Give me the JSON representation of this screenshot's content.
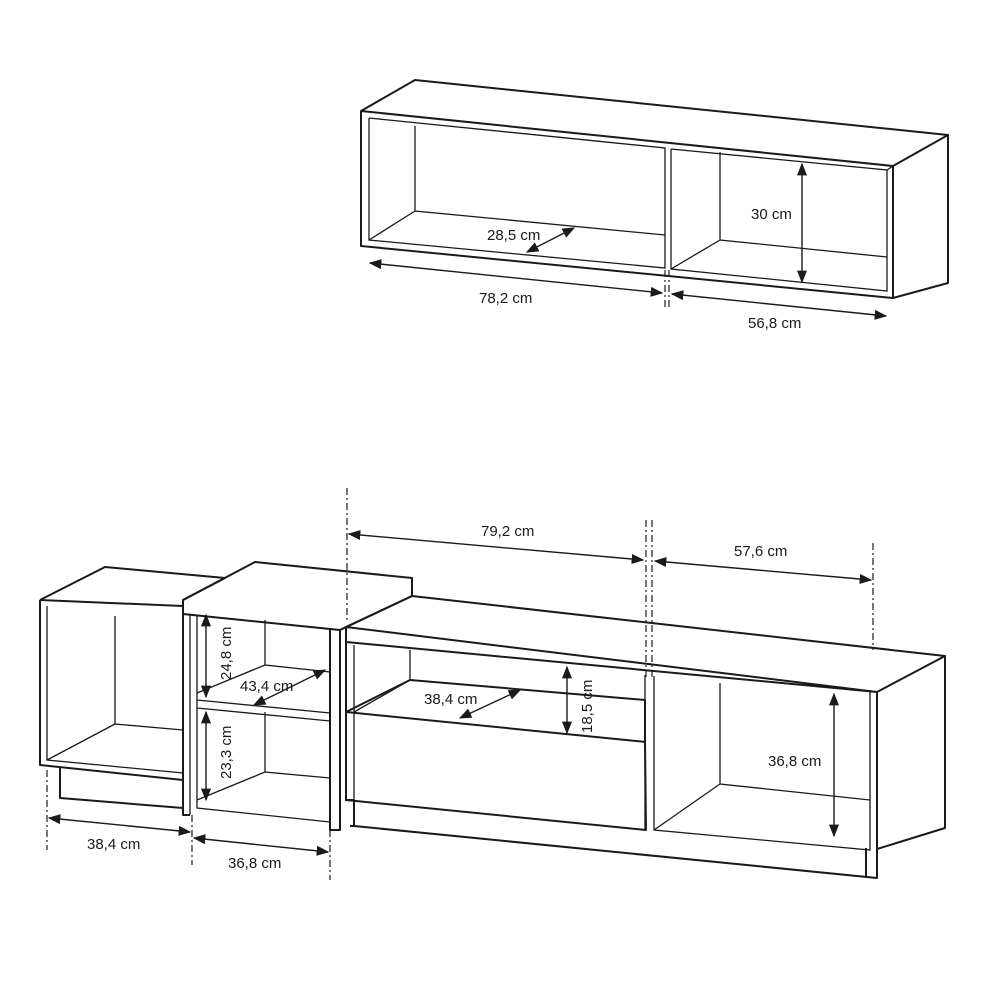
{
  "colors": {
    "line": "#1a1a1a",
    "background": "#ffffff"
  },
  "wall_shelf": {
    "depth": "28,5 cm",
    "height": "30 cm",
    "left_width": "78,2 cm",
    "right_width": "56,8 cm"
  },
  "tv_unit": {
    "top_left_width": "79,2 cm",
    "top_right_width": "57,6 cm",
    "upper_compartment_height": "24,8 cm",
    "side_depth": "43,4 cm",
    "lower_compartment_height": "23,3 cm",
    "drawer_depth": "38,4 cm",
    "drawer_height": "18,5 cm",
    "right_compartment_height": "36,8 cm",
    "left_cabinet_width": "38,4 cm",
    "middle_cabinet_width": "36,8 cm"
  }
}
